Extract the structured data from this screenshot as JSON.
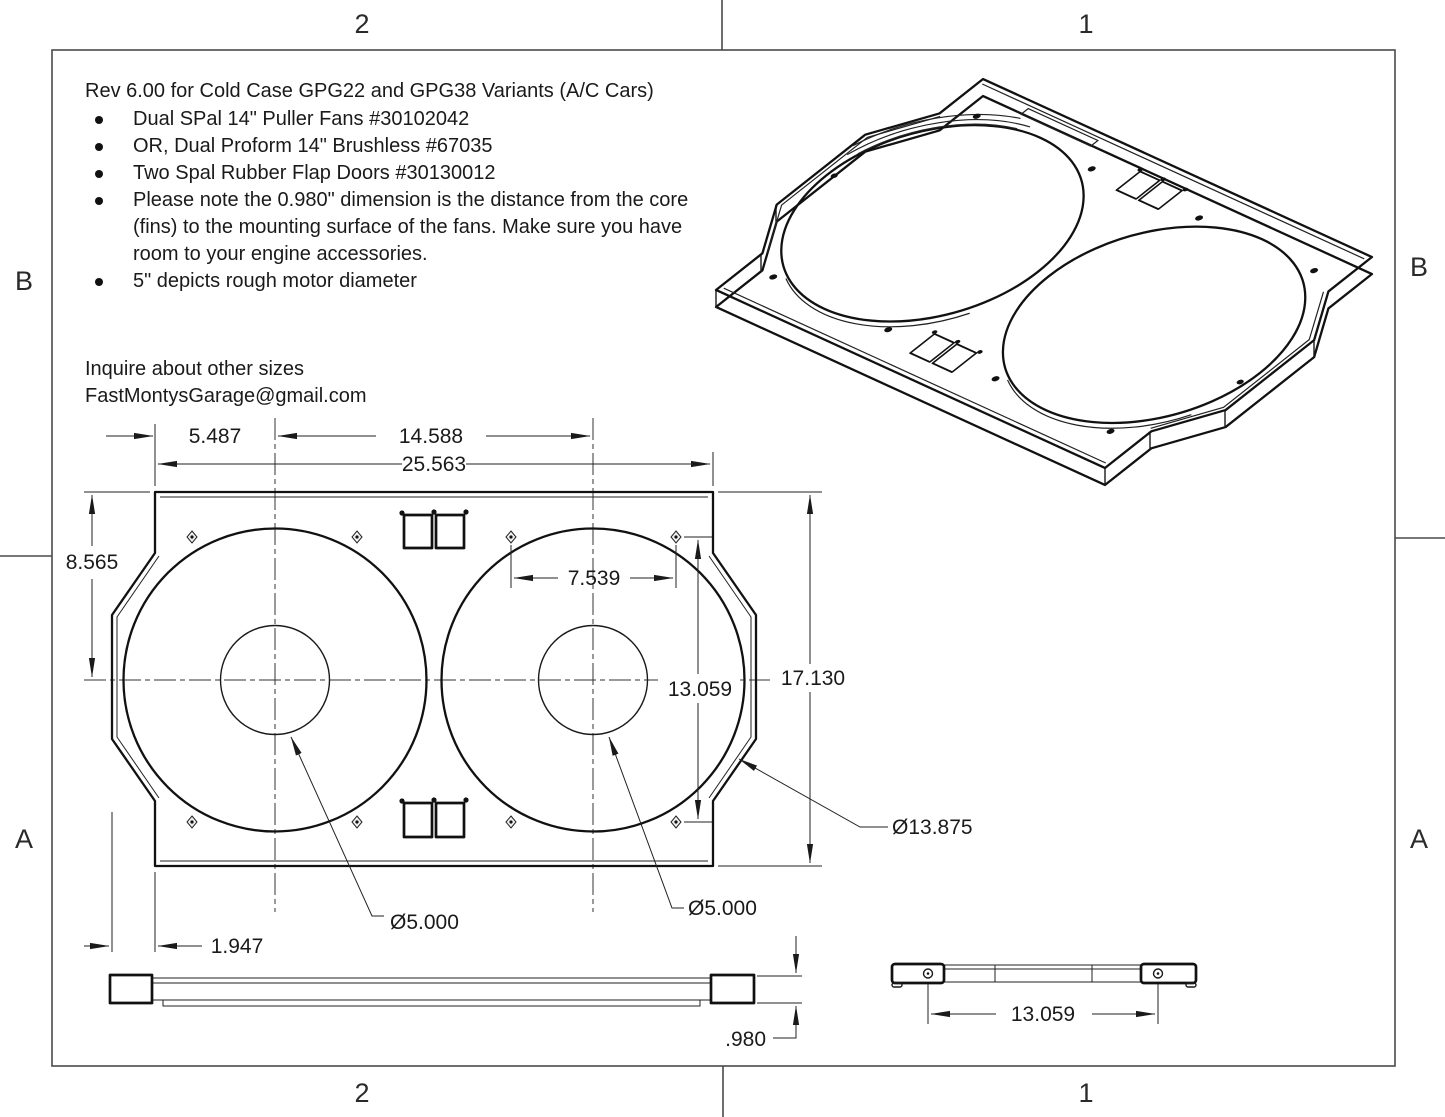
{
  "drawing_frame": {
    "zones": {
      "top": [
        "2",
        "1"
      ],
      "bottom": [
        "2",
        "1"
      ],
      "left": [
        "B",
        "A"
      ],
      "right": [
        "B",
        "A"
      ]
    }
  },
  "notes": {
    "heading": "Rev 6.00 for Cold Case GPG22 and GPG38 Variants (A/C Cars)",
    "bullets": [
      "Dual SPal 14\" Puller Fans #30102042",
      "OR, Dual Proform 14\" Brushless #67035",
      "Two Spal Rubber Flap Doors #30130012",
      "Please note the 0.980\" dimension is the distance from the core (fins) to the mounting surface of the fans. Make sure you have room to your engine accessories.",
      "5\" depicts rough motor diameter"
    ],
    "contact_line1": "Inquire about other sizes",
    "contact_line2": "FastMontysGarage@gmail.com"
  },
  "dimensions": {
    "fan1_offset": "5.487",
    "fan_spacing": "14.588",
    "overall_width": "25.563",
    "top_to_center": "8.565",
    "overall_height": "17.130",
    "hole_spacing_horizontal": "7.539",
    "hole_spacing_vertical": "13.059",
    "flange_depth": "1.947",
    "motor_diameter_left": "Ø5.000",
    "motor_diameter_right": "Ø5.000",
    "fan_opening_diameter": "Ø13.875",
    "shroud_thickness": ".980",
    "side_hole_spacing": "13.059"
  },
  "colors": {
    "line": "#1a1a1a",
    "frame": "#4a4a4a",
    "background": "#ffffff"
  }
}
